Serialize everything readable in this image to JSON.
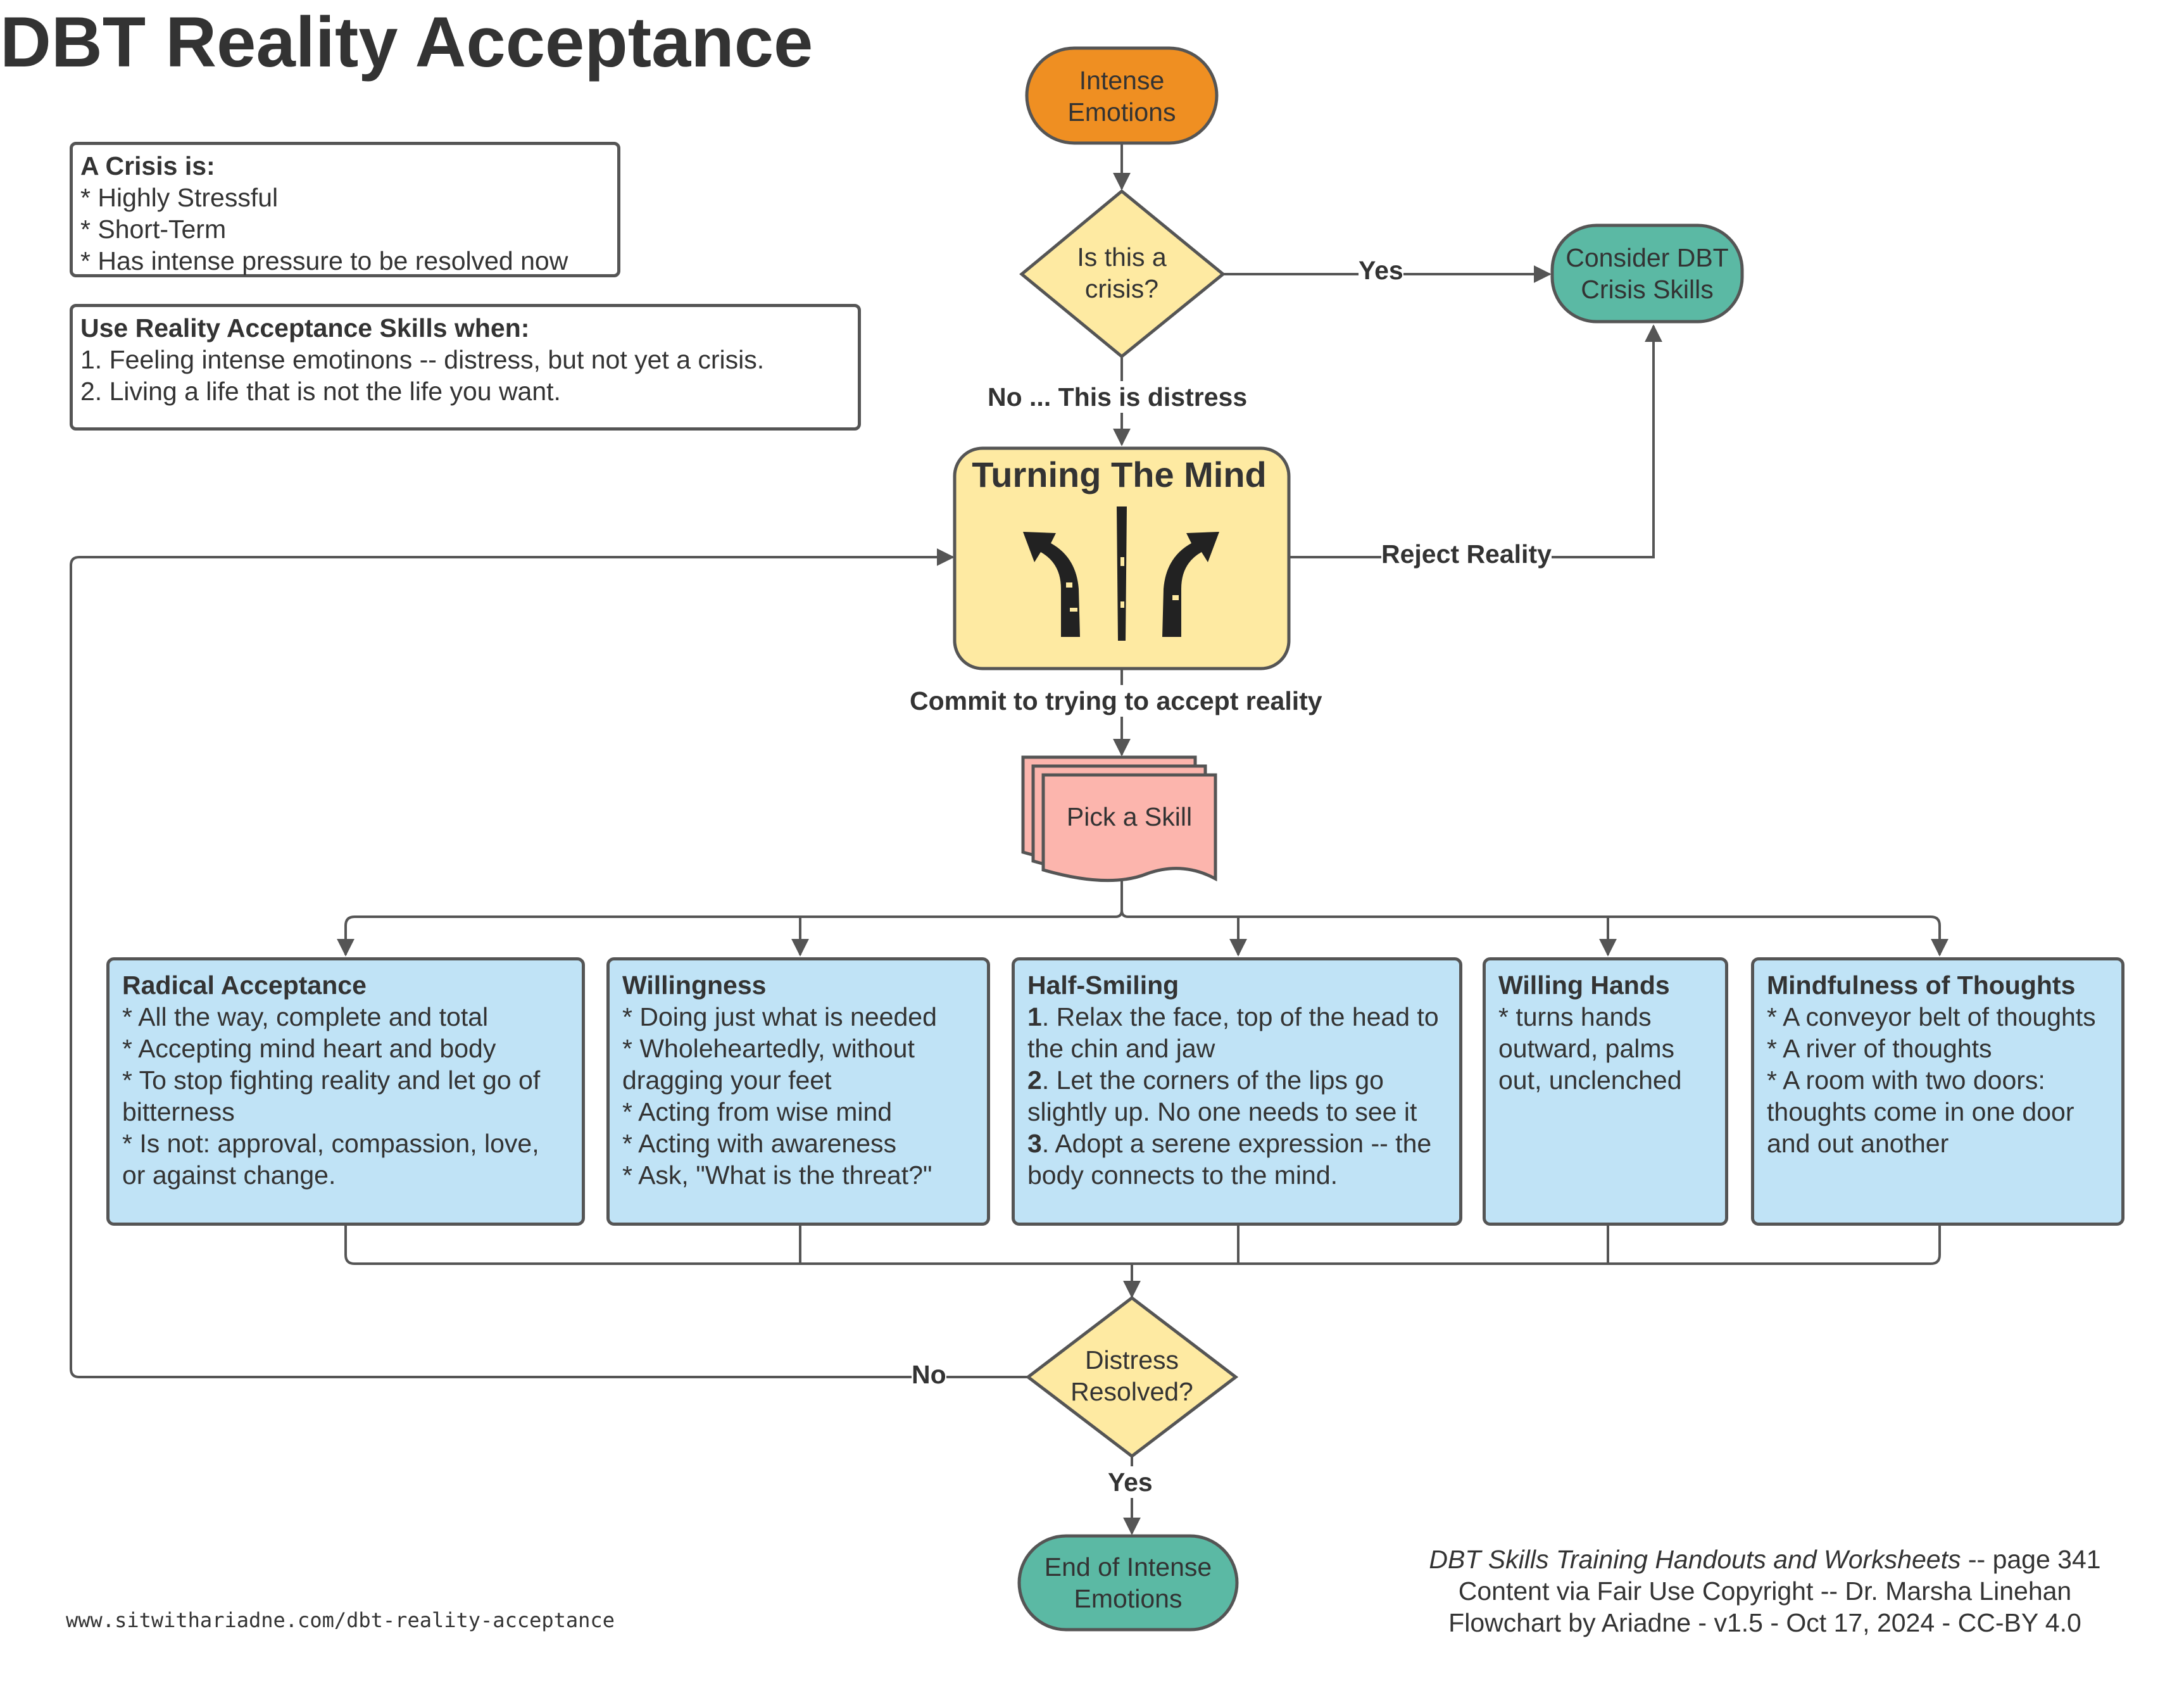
{
  "title": "DBT Reality Acceptance",
  "crisis_box": {
    "heading": "A Crisis is:",
    "items": [
      "* Highly Stressful",
      "* Short-Term",
      "* Has intense pressure to be resolved now"
    ]
  },
  "use_box": {
    "heading": "Use Reality Acceptance Skills when:",
    "items": [
      "1. Feeling intense emotinons -- distress, but not yet a crisis.",
      "2. Living a life that is not the life you want."
    ]
  },
  "nodes": {
    "intense_emotions": "Intense Emotions",
    "is_crisis": "Is this a crisis?",
    "consider_dbt": "Consider DBT Crisis Skills",
    "turning_mind": "Turning The Mind",
    "pick_skill": "Pick a Skill",
    "distress_resolved": "Distress Resolved?",
    "end_emotions": "End of Intense Emotions"
  },
  "edge_labels": {
    "yes_top": "Yes",
    "no_distress": "No ... This is distress",
    "reject_reality": "Reject Reality",
    "commit": "Commit to trying to accept reality",
    "no_bottom": "No",
    "yes_bottom": "Yes"
  },
  "skills": [
    {
      "title": "Radical Acceptance",
      "lines": [
        "* All the way, complete and total",
        "* Accepting mind heart and body",
        "* To stop fighting reality and let go of bitterness",
        "* Is not: approval, compassion, love, or against change."
      ]
    },
    {
      "title": "Willingness",
      "lines": [
        "* Doing just what is needed",
        "* Wholeheartedly, without dragging your feet",
        "* Acting from wise mind",
        "* Acting with awareness",
        "* Ask, \"What is the threat?\""
      ]
    },
    {
      "title": "Half-Smiling",
      "steps": [
        {
          "num": "1",
          "text": ". Relax the face, top of the head to the chin and jaw"
        },
        {
          "num": "2",
          "text": ". Let the corners of the lips go slightly up. No one needs to see it"
        },
        {
          "num": "3",
          "text": ". Adopt a serene expression -- the body connects to the mind."
        }
      ]
    },
    {
      "title": "Willing Hands",
      "lines": [
        "* turns hands outward, palms out, unclenched"
      ]
    },
    {
      "title": "Mindfulness of Thoughts",
      "lines": [
        "* A conveyor belt of thoughts",
        "* A river of thoughts",
        "* A room with two doors: thoughts come in one door and out another"
      ]
    }
  ],
  "footer": {
    "source_title": "DBT Skills Training Handouts and Worksheets",
    "source_page": " -- page 341",
    "copyright": "Content via Fair Use Copyright -- Dr. Marsha Linehan",
    "credit": "Flowchart by Ariadne - v1.5 - Oct 17, 2024 - CC-BY 4.0",
    "url": "www.sitwithariadne.com/dbt-reality-acceptance"
  },
  "colors": {
    "orange": "#ef8f22",
    "yellow": "#feeaa2",
    "teal": "#5bb9a4",
    "pink": "#fcb5ad",
    "skill_blue": "#c0e3f6",
    "stroke": "#555555"
  },
  "icons": [
    "split-arrows-icon"
  ]
}
